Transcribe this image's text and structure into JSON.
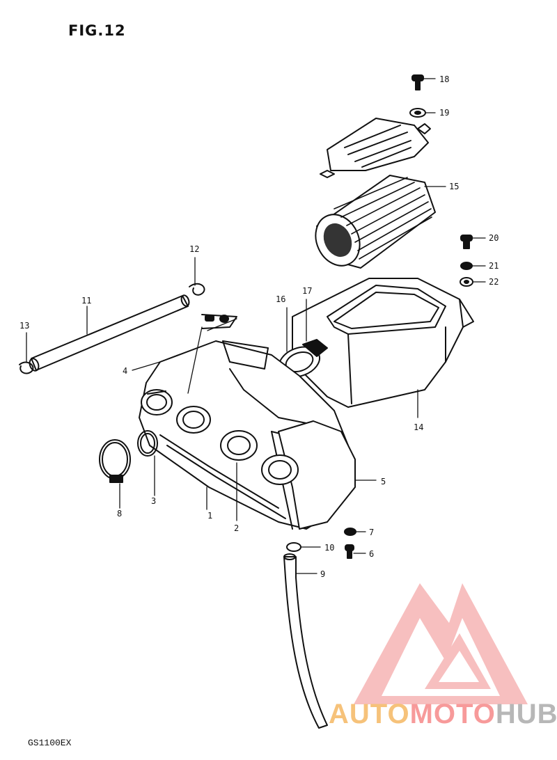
{
  "figure": {
    "title": "FIG.12",
    "model": "GS1100EX"
  },
  "watermark": {
    "part1": "AUTO",
    "part2": "MOTO",
    "part3": "HUB",
    "colors": [
      "#f6c27a",
      "#f79a9a",
      "#b7b7b7"
    ]
  },
  "callouts": [
    "1",
    "2",
    "3",
    "4",
    "5",
    "6",
    "7",
    "8",
    "9",
    "10",
    "11",
    "12",
    "13",
    "14",
    "15",
    "16",
    "17",
    "18",
    "19",
    "20",
    "21",
    "22"
  ],
  "colors": {
    "ink": "#111111",
    "background": "#ffffff",
    "logo": "#f28b8b"
  }
}
